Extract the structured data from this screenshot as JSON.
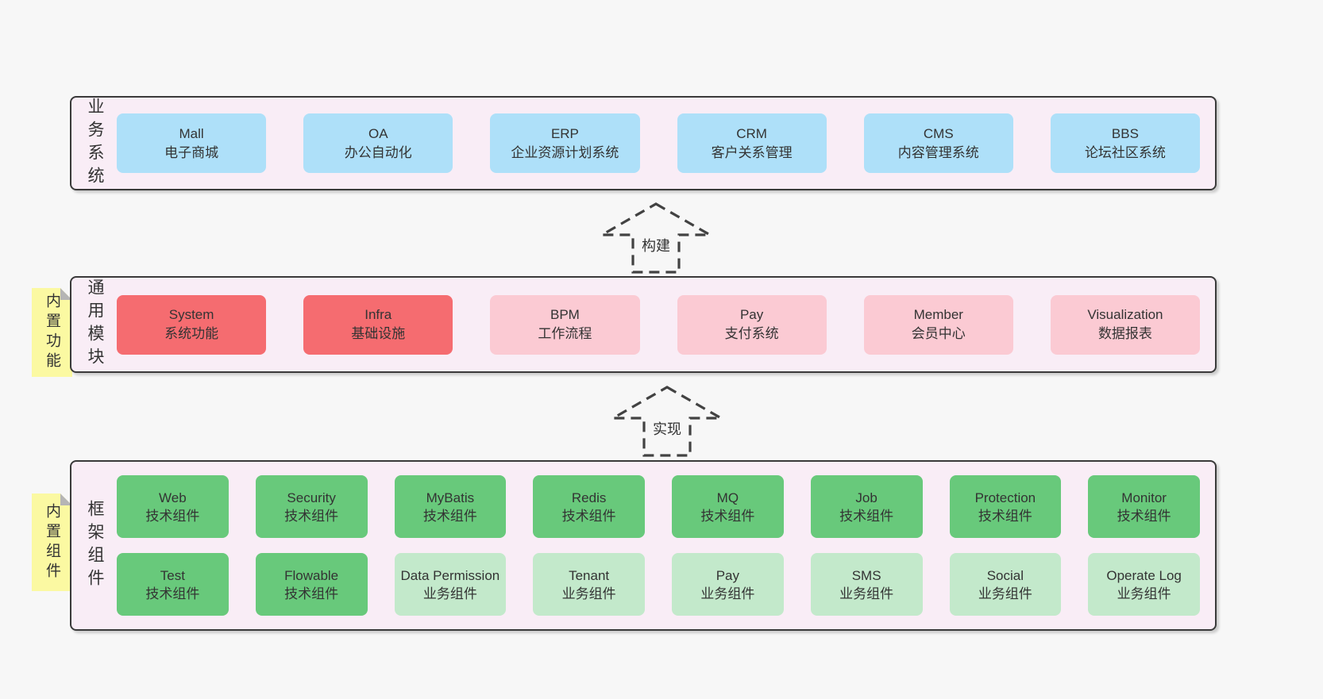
{
  "colors": {
    "page_bg": "#f7f7f7",
    "band_bg": "#f9edf6",
    "band_border": "#3a3a3a",
    "blue_box": "#aee0f9",
    "red_box": "#f56c70",
    "pink_box": "#fbcad3",
    "green_box": "#68c97b",
    "lightgreen_box": "#c3e9cb",
    "sticky_note": "#fbf9a2",
    "text": "#333333"
  },
  "bands": [
    {
      "label": "业务系统",
      "note": "",
      "rows": [
        [
          {
            "en": "Mall",
            "zh": "电子商城",
            "variant": "blue"
          },
          {
            "en": "OA",
            "zh": "办公自动化",
            "variant": "blue"
          },
          {
            "en": "ERP",
            "zh": "企业资源计划系统",
            "variant": "blue"
          },
          {
            "en": "CRM",
            "zh": "客户关系管理",
            "variant": "blue"
          },
          {
            "en": "CMS",
            "zh": "内容管理系统",
            "variant": "blue"
          },
          {
            "en": "BBS",
            "zh": "论坛社区系统",
            "variant": "blue"
          }
        ]
      ]
    },
    {
      "label": "通用模块",
      "note": "内置功能",
      "rows": [
        [
          {
            "en": "System",
            "zh": "系统功能",
            "variant": "red"
          },
          {
            "en": "Infra",
            "zh": "基础设施",
            "variant": "red"
          },
          {
            "en": "BPM",
            "zh": "工作流程",
            "variant": "pink"
          },
          {
            "en": "Pay",
            "zh": "支付系统",
            "variant": "pink"
          },
          {
            "en": "Member",
            "zh": "会员中心",
            "variant": "pink"
          },
          {
            "en": "Visualization",
            "zh": "数据报表",
            "variant": "pink"
          }
        ]
      ]
    },
    {
      "label": "框架组件",
      "note": "内置组件",
      "rows": [
        [
          {
            "en": "Web",
            "zh": "技术组件",
            "variant": "green"
          },
          {
            "en": "Security",
            "zh": "技术组件",
            "variant": "green"
          },
          {
            "en": "MyBatis",
            "zh": "技术组件",
            "variant": "green"
          },
          {
            "en": "Redis",
            "zh": "技术组件",
            "variant": "green"
          },
          {
            "en": "MQ",
            "zh": "技术组件",
            "variant": "green"
          },
          {
            "en": "Job",
            "zh": "技术组件",
            "variant": "green"
          },
          {
            "en": "Protection",
            "zh": "技术组件",
            "variant": "green"
          },
          {
            "en": "Monitor",
            "zh": "技术组件",
            "variant": "green"
          }
        ],
        [
          {
            "en": "Test",
            "zh": "技术组件",
            "variant": "green"
          },
          {
            "en": "Flowable",
            "zh": "技术组件",
            "variant": "green"
          },
          {
            "en": "Data Permission",
            "zh": "业务组件",
            "variant": "lightgreen"
          },
          {
            "en": "Tenant",
            "zh": "业务组件",
            "variant": "lightgreen"
          },
          {
            "en": "Pay",
            "zh": "业务组件",
            "variant": "lightgreen"
          },
          {
            "en": "SMS",
            "zh": "业务组件",
            "variant": "lightgreen"
          },
          {
            "en": "Social",
            "zh": "业务组件",
            "variant": "lightgreen"
          },
          {
            "en": "Operate Log",
            "zh": "业务组件",
            "variant": "lightgreen"
          }
        ]
      ]
    }
  ],
  "arrows": [
    {
      "label": "构建"
    },
    {
      "label": "实现"
    }
  ]
}
